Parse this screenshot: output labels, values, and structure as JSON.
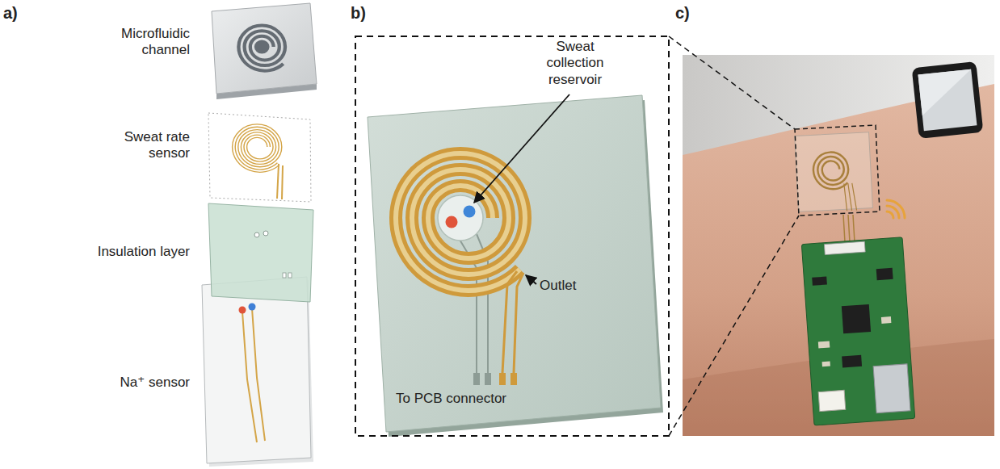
{
  "diagram": {
    "labels": [
      "a)",
      "b)",
      "c)",
      "Microfluidic channel",
      "Sweat rate sensor",
      "Insulation layer",
      "Na⁺ sensor",
      "Sweat collection reservoir",
      "Outlet",
      "To PCB connector"
    ]
  }
}
